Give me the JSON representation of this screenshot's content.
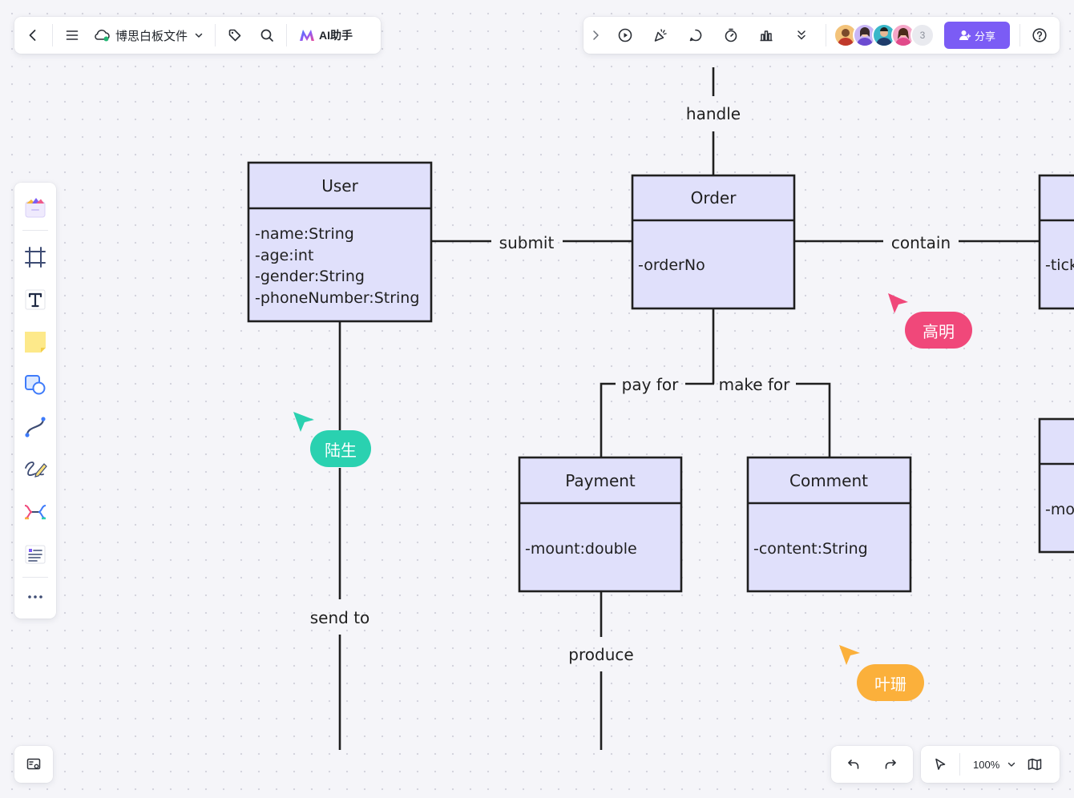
{
  "app": {
    "file_name": "博思白板文件",
    "ai_label": "AI助手",
    "share_label": "分享",
    "collaborator_count": "3",
    "zoom": "100%"
  },
  "top_left_toolbar": {
    "icons": [
      "back-icon",
      "menu-icon",
      "cloud-saved-icon",
      "chevron-down-icon",
      "tag-icon",
      "search-icon",
      "ai-logo-icon"
    ]
  },
  "top_right_toolbar": {
    "icons": [
      "expand-icon",
      "present-play-icon",
      "celebrate-icon",
      "comment-icon",
      "timer-icon",
      "vote-icon",
      "more-down-icon",
      "help-icon"
    ]
  },
  "left_toolbar": {
    "tools": [
      "template-icon",
      "frame-icon",
      "text-icon",
      "sticky-note-icon",
      "shape-icon",
      "connector-icon",
      "pen-icon",
      "mind-map-icon",
      "table-icon",
      "more-icon"
    ]
  },
  "diagram": {
    "classes": {
      "user": {
        "name": "User",
        "attributes": [
          "-name:String",
          "-age:int",
          "-gender:String",
          "-phoneNumber:String"
        ]
      },
      "order": {
        "name": "Order",
        "attributes": [
          "-orderNo"
        ]
      },
      "payment": {
        "name": "Payment",
        "attributes": [
          "-mount:double"
        ]
      },
      "comment": {
        "name": "Comment",
        "attributes": [
          "-content:String"
        ]
      },
      "right_top": {
        "name": "",
        "attributes": [
          "-tick"
        ]
      },
      "right_mid": {
        "name": "",
        "attributes": [
          "-mo"
        ]
      }
    },
    "relations": {
      "handle": "handle",
      "submit": "submit",
      "contain": "contain",
      "pay_for": "pay for",
      "make_for": "make for",
      "send_to": "send to",
      "produce": "produce"
    },
    "box_fill": "#e0e0fb",
    "line_color": "#1f1f1f"
  },
  "cursors": {
    "gaoming": {
      "name": "高明",
      "color": "#f0487a"
    },
    "lusheng": {
      "name": "陆生",
      "color": "#2ad1b0"
    },
    "yeshan": {
      "name": "叶珊",
      "color": "#fbb03b"
    }
  },
  "bottom_right_toolbar": {
    "icons": [
      "undo-icon",
      "redo-icon",
      "select-pointer-icon",
      "zoom-dropdown-icon",
      "map-icon"
    ]
  },
  "bottom_left": {
    "icons": [
      "minimap-icon"
    ]
  },
  "theme": {
    "accent": "#7b5cf5",
    "canvas_bg": "#f5f5f9"
  }
}
